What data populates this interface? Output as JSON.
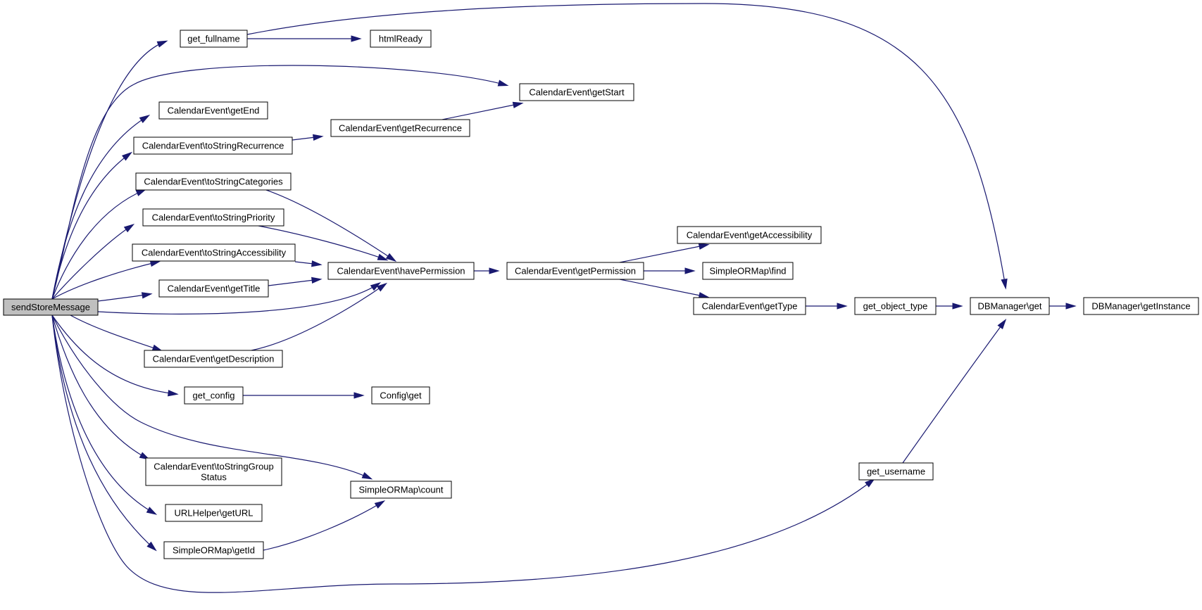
{
  "colors": {
    "edge": "#191970",
    "node_fill": "#ffffff",
    "root_fill": "#bfbfbf",
    "node_border": "#000000"
  },
  "nodes": [
    {
      "id": "sendStoreMessage",
      "lines": [
        "sendStoreMessage"
      ],
      "root": true
    },
    {
      "id": "get_fullname",
      "lines": [
        "get_fullname"
      ]
    },
    {
      "id": "htmlReady",
      "lines": [
        "htmlReady"
      ]
    },
    {
      "id": "getStart",
      "lines": [
        "CalendarEvent\\getStart"
      ]
    },
    {
      "id": "getEnd",
      "lines": [
        "CalendarEvent\\getEnd"
      ]
    },
    {
      "id": "toStringRecurrence",
      "lines": [
        "CalendarEvent\\toStringRecurrence"
      ]
    },
    {
      "id": "getRecurrence",
      "lines": [
        "CalendarEvent\\getRecurrence"
      ]
    },
    {
      "id": "toStringCategories",
      "lines": [
        "CalendarEvent\\toStringCategories"
      ]
    },
    {
      "id": "toStringPriority",
      "lines": [
        "CalendarEvent\\toStringPriority"
      ]
    },
    {
      "id": "toStringAccessibility",
      "lines": [
        "CalendarEvent\\toStringAccessibility"
      ]
    },
    {
      "id": "havePermission",
      "lines": [
        "CalendarEvent\\havePermission"
      ]
    },
    {
      "id": "getPermission",
      "lines": [
        "CalendarEvent\\getPermission"
      ]
    },
    {
      "id": "getAccessibility",
      "lines": [
        "CalendarEvent\\getAccessibility"
      ]
    },
    {
      "id": "ormFind",
      "lines": [
        "SimpleORMap\\find"
      ]
    },
    {
      "id": "getType",
      "lines": [
        "CalendarEvent\\getType"
      ]
    },
    {
      "id": "get_object_type",
      "lines": [
        "get_object_type"
      ]
    },
    {
      "id": "dbGet",
      "lines": [
        "DBManager\\get"
      ]
    },
    {
      "id": "dbGetInstance",
      "lines": [
        "DBManager\\getInstance"
      ]
    },
    {
      "id": "getTitle",
      "lines": [
        "CalendarEvent\\getTitle"
      ]
    },
    {
      "id": "getDescription",
      "lines": [
        "CalendarEvent\\getDescription"
      ]
    },
    {
      "id": "get_config",
      "lines": [
        "get_config"
      ]
    },
    {
      "id": "configGet",
      "lines": [
        "Config\\get"
      ]
    },
    {
      "id": "toStringGroupStatus",
      "lines": [
        "CalendarEvent\\toStringGroup",
        "Status"
      ]
    },
    {
      "id": "ormCount",
      "lines": [
        "SimpleORMap\\count"
      ]
    },
    {
      "id": "getURL",
      "lines": [
        "URLHelper\\getURL"
      ]
    },
    {
      "id": "ormGetId",
      "lines": [
        "SimpleORMap\\getId"
      ]
    },
    {
      "id": "get_username",
      "lines": [
        "get_username"
      ]
    }
  ],
  "edges": [
    {
      "from": "sendStoreMessage",
      "to": "get_fullname"
    },
    {
      "from": "sendStoreMessage",
      "to": "getStart"
    },
    {
      "from": "sendStoreMessage",
      "to": "getEnd"
    },
    {
      "from": "sendStoreMessage",
      "to": "toStringRecurrence"
    },
    {
      "from": "sendStoreMessage",
      "to": "toStringCategories"
    },
    {
      "from": "sendStoreMessage",
      "to": "toStringPriority"
    },
    {
      "from": "sendStoreMessage",
      "to": "toStringAccessibility"
    },
    {
      "from": "sendStoreMessage",
      "to": "getTitle"
    },
    {
      "from": "sendStoreMessage",
      "to": "havePermission"
    },
    {
      "from": "sendStoreMessage",
      "to": "getDescription"
    },
    {
      "from": "sendStoreMessage",
      "to": "get_config"
    },
    {
      "from": "sendStoreMessage",
      "to": "ormCount"
    },
    {
      "from": "sendStoreMessage",
      "to": "toStringGroupStatus"
    },
    {
      "from": "sendStoreMessage",
      "to": "getURL"
    },
    {
      "from": "sendStoreMessage",
      "to": "ormGetId"
    },
    {
      "from": "sendStoreMessage",
      "to": "get_username"
    },
    {
      "from": "get_fullname",
      "to": "htmlReady"
    },
    {
      "from": "get_fullname",
      "to": "dbGet"
    },
    {
      "from": "toStringRecurrence",
      "to": "getRecurrence"
    },
    {
      "from": "getRecurrence",
      "to": "getStart"
    },
    {
      "from": "toStringCategories",
      "to": "havePermission"
    },
    {
      "from": "toStringPriority",
      "to": "havePermission"
    },
    {
      "from": "toStringAccessibility",
      "to": "havePermission"
    },
    {
      "from": "getTitle",
      "to": "havePermission"
    },
    {
      "from": "getDescription",
      "to": "havePermission"
    },
    {
      "from": "havePermission",
      "to": "getPermission"
    },
    {
      "from": "getPermission",
      "to": "getAccessibility"
    },
    {
      "from": "getPermission",
      "to": "ormFind"
    },
    {
      "from": "getPermission",
      "to": "getType"
    },
    {
      "from": "getType",
      "to": "get_object_type"
    },
    {
      "from": "get_object_type",
      "to": "dbGet"
    },
    {
      "from": "dbGet",
      "to": "dbGetInstance"
    },
    {
      "from": "get_config",
      "to": "configGet"
    },
    {
      "from": "ormGetId",
      "to": "ormCount"
    },
    {
      "from": "get_username",
      "to": "dbGet"
    }
  ]
}
